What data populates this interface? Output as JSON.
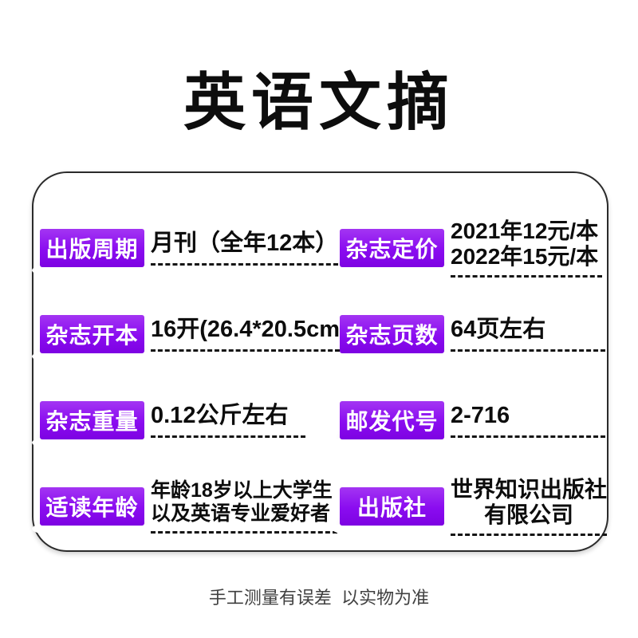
{
  "title": "英语文摘",
  "footnote": "手工测量有误差  以实物为准",
  "colors": {
    "badge_gradient_top": "#a335f2",
    "badge_gradient_bottom": "#7d02e2",
    "accent_purple": "#8a0cf0",
    "card_border": "#2b2b2b",
    "text": "#0d0d0d",
    "footnote_text": "#404040"
  },
  "specs": [
    {
      "label": "出版周期",
      "lines": [
        "月刊（全年12本）"
      ]
    },
    {
      "label": "杂志定价",
      "lines": [
        "2021年12元/本",
        "2022年15元/本"
      ]
    },
    {
      "label": "杂志开本",
      "lines": [
        "16开(26.4*20.5cm）"
      ]
    },
    {
      "label": "杂志页数",
      "lines": [
        "64页左右"
      ]
    },
    {
      "label": "杂志重量",
      "lines": [
        "0.12公斤左右"
      ]
    },
    {
      "label": "邮发代号",
      "lines": [
        "2-716"
      ]
    },
    {
      "label": "适读年龄",
      "lines": [
        "年龄18岁以上大学生",
        "以及英语专业爱好者"
      ]
    },
    {
      "label": "出版社",
      "lines": [
        "世界知识出版社",
        "有限公司"
      ]
    }
  ]
}
